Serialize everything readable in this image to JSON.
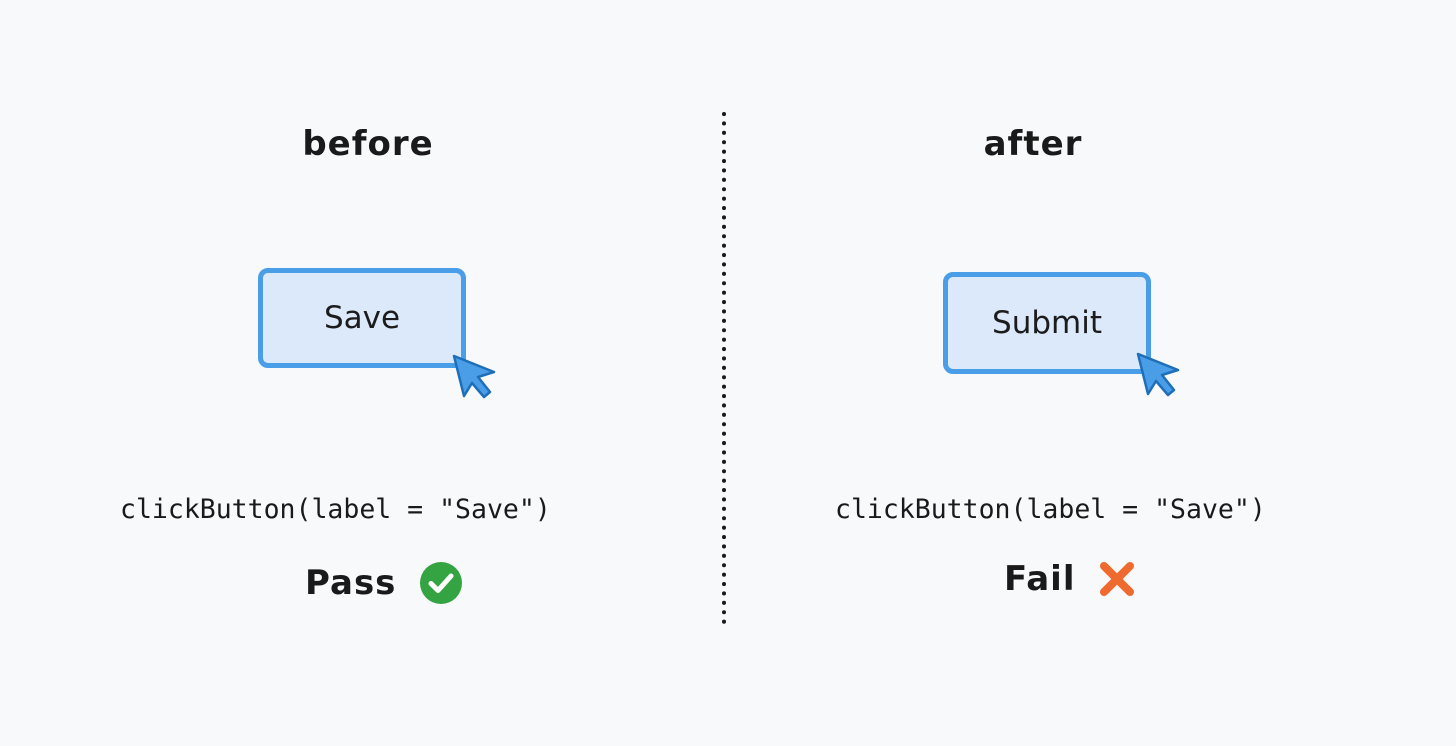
{
  "before": {
    "title": "before",
    "button_label": "Save",
    "code": "clickButton(label = \"Save\")",
    "result_label": "Pass",
    "result_icon": "check-circle-icon",
    "result_color": "#34a443"
  },
  "after": {
    "title": "after",
    "button_label": "Submit",
    "code": "clickButton(label = \"Save\")",
    "result_label": "Fail",
    "result_icon": "cross-icon",
    "result_color": "#ef6a2e"
  },
  "colors": {
    "background": "#f8f9fb",
    "button_fill": "#dbe9fa",
    "button_border": "#4a9ee8",
    "cursor": "#4a9ee8",
    "divider": "#1a1a1a"
  }
}
